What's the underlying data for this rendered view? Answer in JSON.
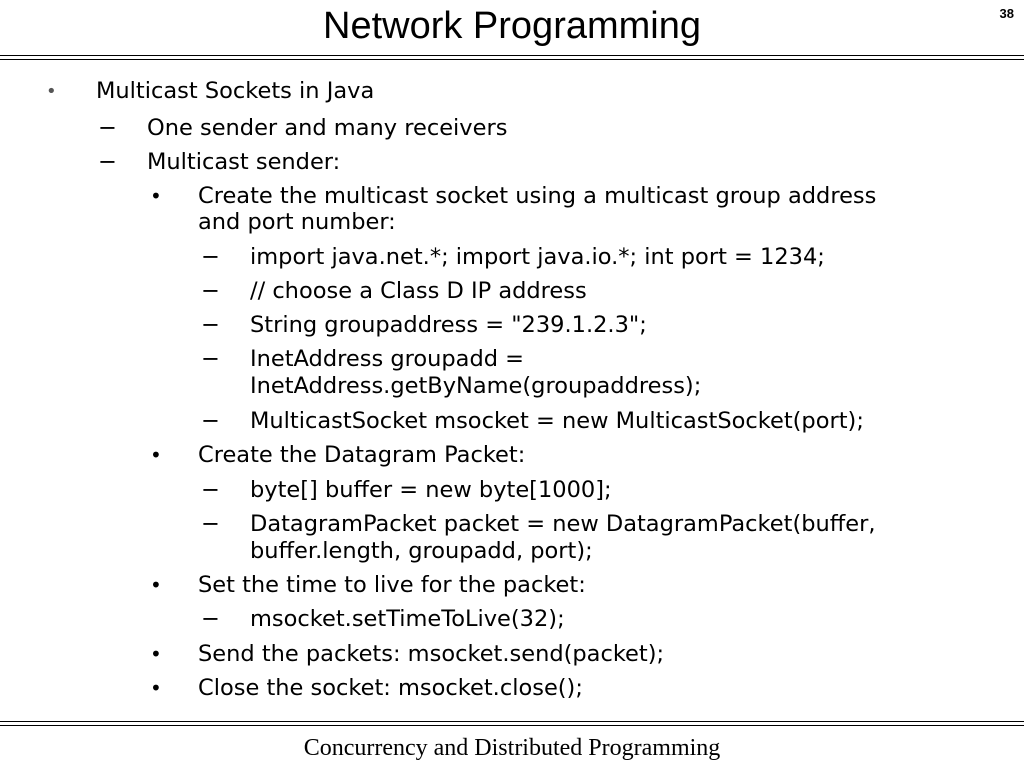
{
  "slide": {
    "title": "Network Programming",
    "page_number": "38",
    "footer": "Concurrency and Distributed Programming"
  },
  "markers": {
    "bullet": "•",
    "dash": "−"
  },
  "outline": {
    "heading": "Multicast Sockets in Java",
    "points": [
      "One sender and many receivers",
      "Multicast sender:"
    ],
    "steps": [
      {
        "text_line1": "Create the multicast socket using a multicast group address",
        "text_line2": "and port number:",
        "code": [
          {
            "line1": "import java.net.*; import java.io.*; int port = 1234;"
          },
          {
            "line1": "// choose a Class D IP address"
          },
          {
            "line1": "String groupaddress = \"239.1.2.3\";"
          },
          {
            "line1": "InetAddress groupadd =",
            "line2": "InetAddress.getByName(groupaddress);"
          },
          {
            "line1": "MulticastSocket msocket = new MulticastSocket(port);"
          }
        ]
      },
      {
        "text_line1": "Create the Datagram Packet:",
        "code": [
          {
            "line1": "byte[] buffer = new byte[1000];"
          },
          {
            "line1": "DatagramPacket packet = new DatagramPacket(buffer,",
            "line2": "buffer.length, groupadd, port);"
          }
        ]
      },
      {
        "text_line1": "Set the time to live for the packet:",
        "code": [
          {
            "line1": "msocket.setTimeToLive(32);"
          }
        ]
      },
      {
        "text_line1": "Send the packets: msocket.send(packet);"
      },
      {
        "text_line1": "Close the socket: msocket.close();"
      }
    ]
  }
}
